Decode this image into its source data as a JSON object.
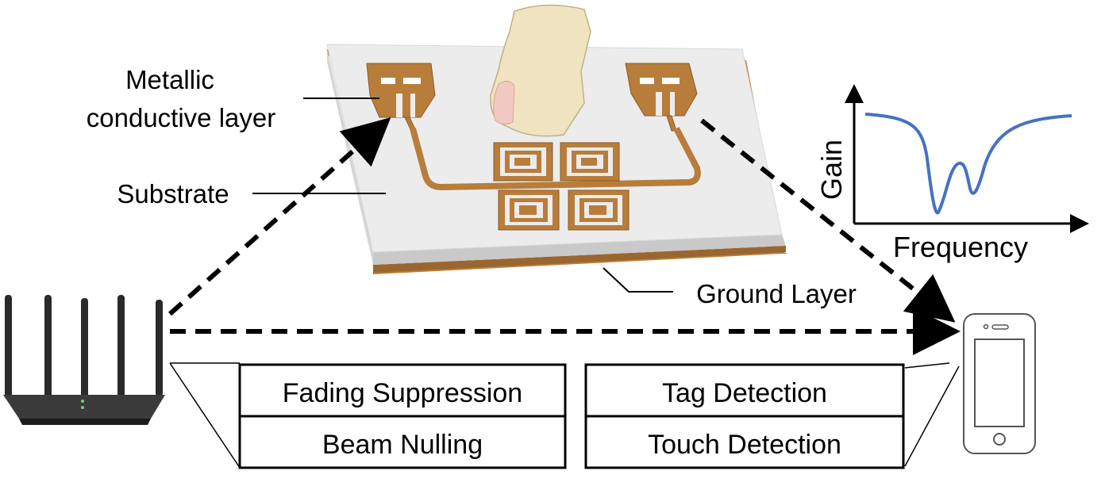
{
  "labels": {
    "metallic_line1": "Metallic",
    "metallic_line2": "conductive layer",
    "substrate": "Substrate",
    "ground_layer": "Ground Layer"
  },
  "graph": {
    "y_label": "Gain",
    "x_label": "Frequency",
    "curve_color": "#4472c4"
  },
  "apps_left": {
    "top": "Fading Suppression",
    "bottom": "Beam Nulling"
  },
  "apps_right": {
    "top": "Tag Detection",
    "bottom": "Touch Detection"
  },
  "colors": {
    "copper": "#b87d3b",
    "copper_dark": "#8a5a28",
    "substrate_top": "#ececec",
    "substrate_side": "#c8c8c8",
    "finger": "#f0e3c0"
  },
  "icons": {
    "router": "wifi-router-icon",
    "phone": "smartphone-icon",
    "finger": "finger-icon"
  }
}
